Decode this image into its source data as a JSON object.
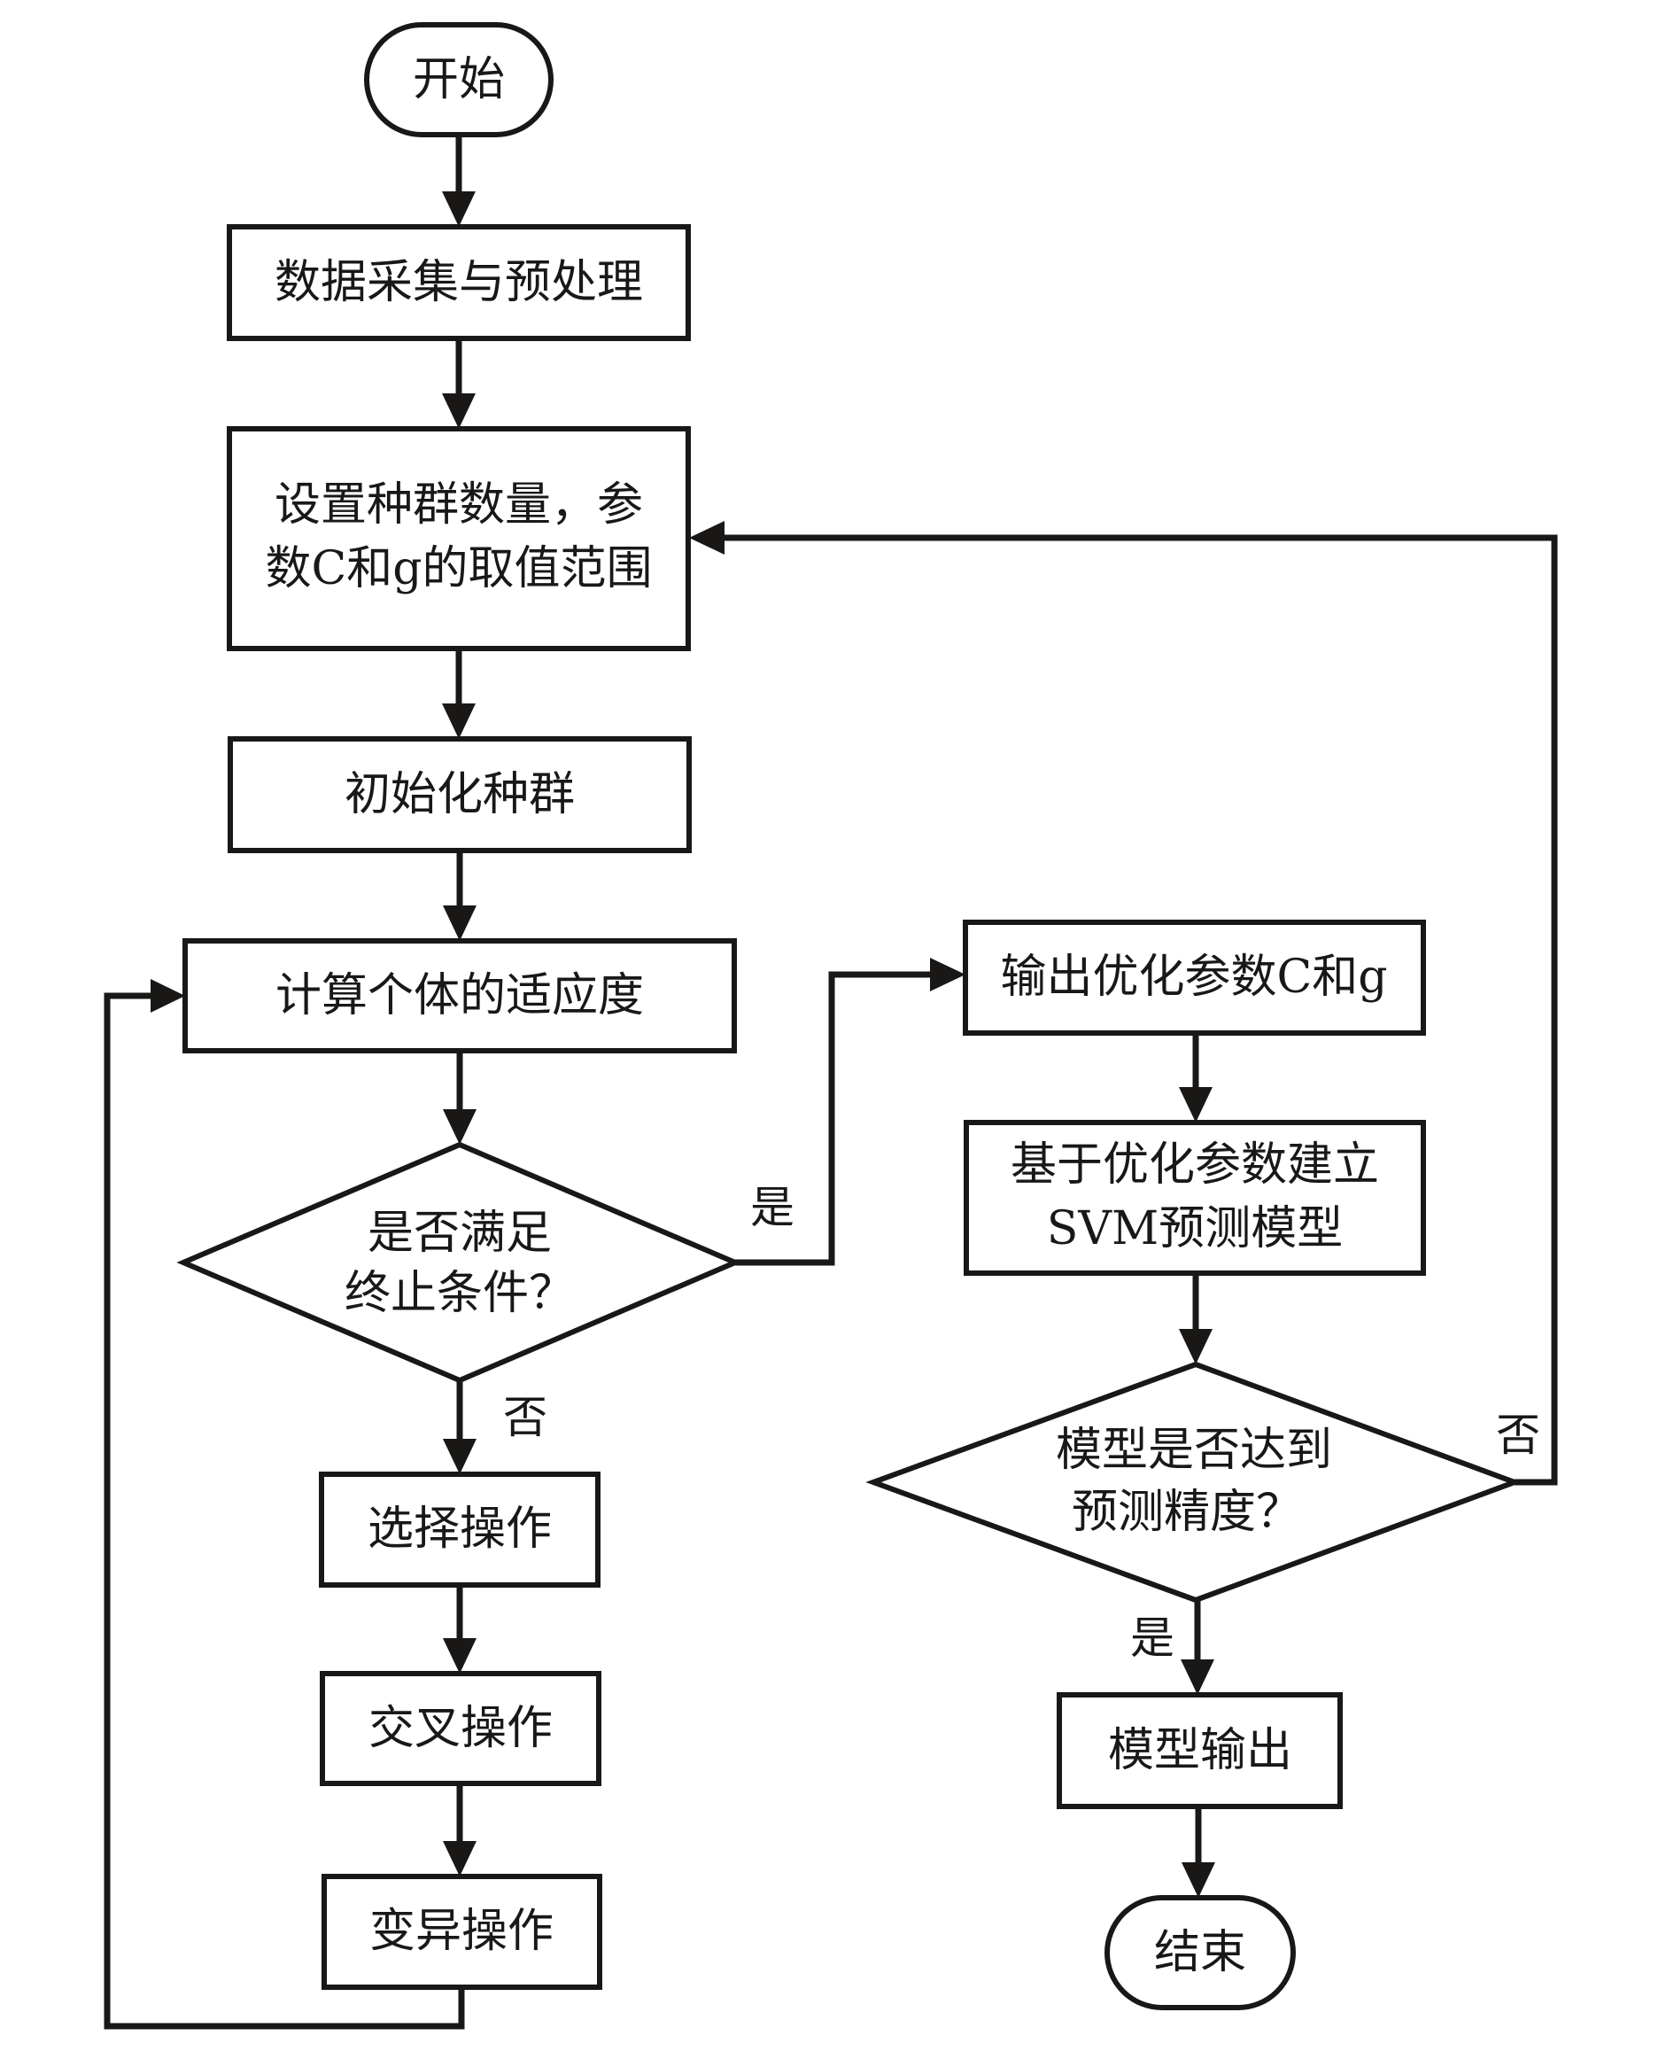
{
  "flowchart": {
    "start": "开始",
    "end": "结束",
    "steps": {
      "data_collection": "数据采集与预处理",
      "set_params_line1": "设置种群数量，参",
      "set_params_line2": "数C和g的取值范围",
      "init_population": "初始化种群",
      "fitness": "计算个体的适应度",
      "selection": "选择操作",
      "crossover": "交叉操作",
      "mutation": "变异操作",
      "output_params": "输出优化参数C和g",
      "build_model_line1": "基于优化参数建立",
      "build_model_line2": "SVM预测模型",
      "model_output": "模型输出"
    },
    "decisions": {
      "termination_line1": "是否满足",
      "termination_line2": "终止条件？",
      "accuracy_line1": "模型是否达到",
      "accuracy_line2": "预测精度？"
    },
    "branch_labels": {
      "termination_yes": "是",
      "termination_no": "否",
      "accuracy_no": "否",
      "accuracy_yes": "是"
    },
    "colors": {
      "stroke": "#1a1817",
      "background": "#ffffff"
    }
  }
}
